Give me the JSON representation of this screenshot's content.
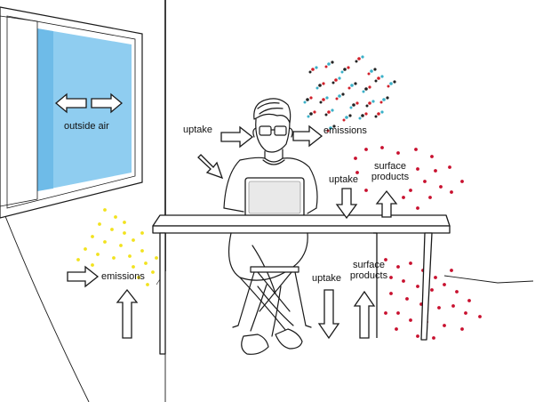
{
  "labels": {
    "outside_air": "outside air",
    "uptake_top": "uptake",
    "emissions_top": "emissions",
    "uptake_desk": "uptake",
    "surface_products_top_line1": "surface",
    "surface_products_top_line2": "products",
    "emissions_left": "emissions",
    "uptake_floor": "uptake",
    "surface_products_floor_line1": "surface",
    "surface_products_floor_line2": "products"
  },
  "colors": {
    "window_glass": "#8fcdf0",
    "window_glass_edge": "#5fb3e4",
    "yellow_particles": "#f2e21e",
    "red_particles": "#c8102e",
    "molecule_cyan": "#3ab0c8",
    "molecule_red": "#d0202a",
    "molecule_dark": "#222222",
    "line": "#1a1a1a"
  },
  "icons": [
    "double-arrow-icon",
    "right-arrow-icon",
    "down-arrow-icon",
    "up-arrow-icon",
    "diagonal-arrow-icon"
  ]
}
